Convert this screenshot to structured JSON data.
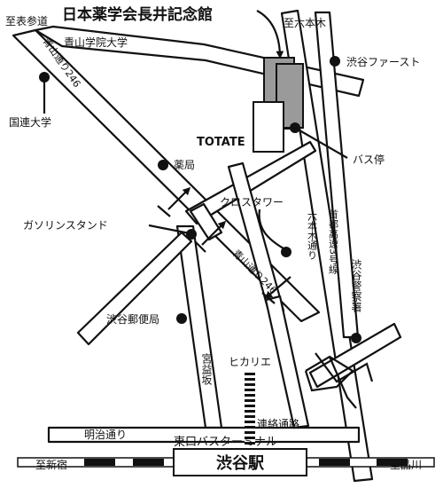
{
  "labels": {
    "venue": "日本薬学会長井記念館",
    "to_roppongi": "至六本木",
    "to_omotesando": "至表参道",
    "aoyama_gakuin": "青山学院大学",
    "shibuya_first": "渋谷ファースト",
    "un_university": "国連大学",
    "totate": "TOTATE",
    "bus_stop": "バス停",
    "pharmacy": "薬局",
    "cross_tower": "クロスタワー",
    "gas_station": "ガソリンスタンド",
    "roppongi_dori": "六本木通り",
    "shuto_expressway": "首都高速3号線",
    "aoyama_dori_top": "青山通り246",
    "aoyama_dori_mid": "青山通り246",
    "shibuya_police": "渋谷警察署",
    "shibuya_post_office": "渋谷郵便局",
    "hikarie": "ヒカリエ",
    "miyamasuzaka": "宮益坂",
    "meiji_dori": "明治通り",
    "renraku_tsuro": "連絡通路",
    "east_bus_terminal": "東口バスターミナル",
    "to_shinjuku": "至新宿",
    "shibuya_station": "渋谷駅",
    "to_shinagawa": "至品川"
  },
  "colors": {
    "ink": "#111111",
    "venue_fill": "#9a9a9a",
    "corridor_fill": "#bdbdbd",
    "background": "#ffffff"
  },
  "icons": {
    "arrow": "arrow-icon",
    "landmark": "landmark-dot-icon"
  }
}
